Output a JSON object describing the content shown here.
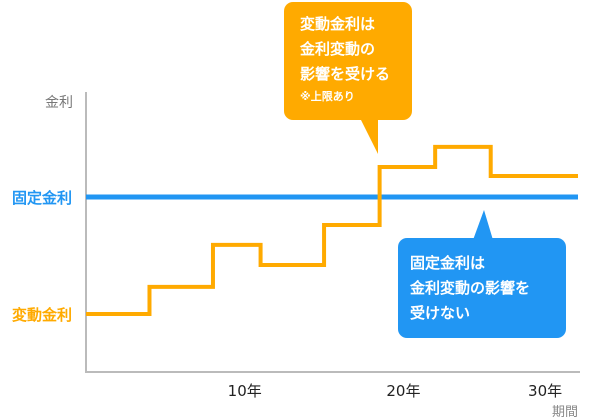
{
  "chart_data": {
    "type": "line",
    "ylabel": "金利",
    "xlabel": "期間",
    "x_ticks": [
      {
        "value": 10,
        "label": "10年"
      },
      {
        "value": 20,
        "label": "20年"
      },
      {
        "value": 30,
        "label": "30年"
      }
    ],
    "xlim": [
      0,
      31
    ],
    "ylim": [
      0,
      100
    ],
    "series": [
      {
        "name": "固定金利",
        "color": "#2196f3",
        "step": true,
        "points": [
          [
            0,
            62.5
          ],
          [
            31,
            62.5
          ]
        ]
      },
      {
        "name": "変動金利",
        "color": "#ffaa00",
        "step": true,
        "points": [
          [
            0,
            20.7
          ],
          [
            4,
            30.4
          ],
          [
            8,
            45.4
          ],
          [
            11,
            38.2
          ],
          [
            15,
            52.5
          ],
          [
            18.5,
            73.2
          ],
          [
            22,
            80.4
          ],
          [
            25.5,
            70
          ],
          [
            31,
            70
          ]
        ]
      }
    ],
    "annotations": [
      {
        "lines": [
          "変動金利は",
          "金利変動の",
          "影響を受ける"
        ],
        "note": "※上限あり",
        "color": "#ffaa00"
      },
      {
        "lines": [
          "固定金利は",
          "金利変動の影響を",
          "受けない"
        ],
        "color": "#2196f3"
      }
    ]
  }
}
